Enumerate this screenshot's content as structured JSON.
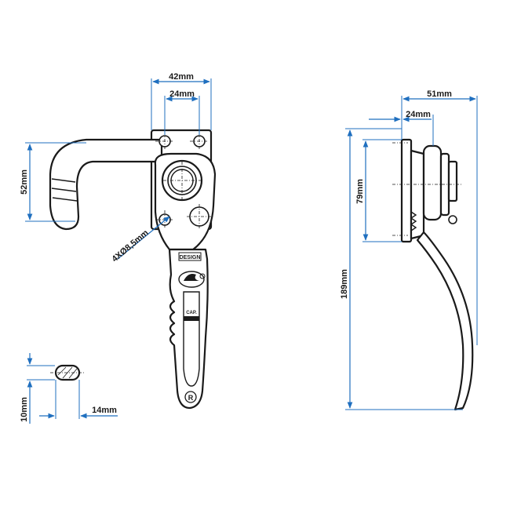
{
  "dimensions": {
    "handle_width": "42mm",
    "mount_spacing": "24mm",
    "hook_height": "52mm",
    "hole_spec": "4XØ8,5mm",
    "side_depth": "51mm",
    "side_plate_width": "24mm",
    "side_plate_height": "79mm",
    "total_length": "189mm",
    "section_height": "10mm",
    "section_width": "14mm"
  },
  "markings": {
    "design_label": "DESIGN",
    "cap_label": "CAP.",
    "registered_symbol": "R"
  },
  "colors": {
    "dimension": "#1f6fbf",
    "outline": "#1a1a1a"
  }
}
